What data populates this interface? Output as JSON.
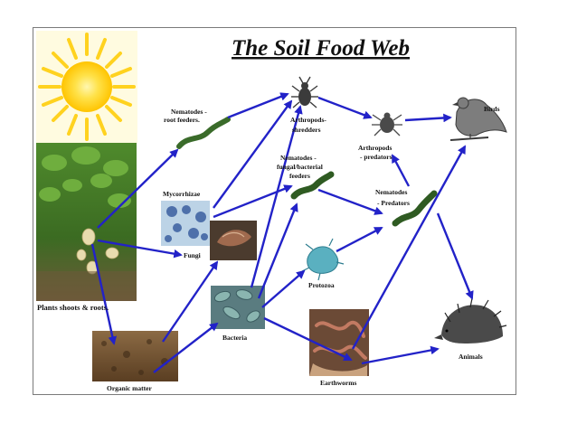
{
  "title": "The Soil Food Web",
  "labels": {
    "nematodes_root_line1": "Nematodes -",
    "nematodes_root_line2": "root feeders.",
    "arthropods_shredders_line1": "Arthropods-",
    "arthropods_shredders_line2": "shredders",
    "birds": "Birds",
    "arthropods_predators_line1": "Arthropods",
    "arthropods_predators_line2": "- predators",
    "nematodes_fungal_line1": "Nematodes -",
    "nematodes_fungal_line2": "fungal/bacterial",
    "nematodes_fungal_line3": "feeders",
    "mycorrhizae": "Mycorrhizae",
    "nematodes_predators_line1": "Nematodes",
    "nematodes_predators_line2": "- Predators",
    "fungi": "Fungi",
    "protozoa": "Protozoa",
    "plants": "Plants shoots & roots.",
    "bacteria": "Bacteria",
    "animals": "Animals",
    "organic_matter": "Organic matter",
    "earthworms": "Earthworms"
  },
  "colors": {
    "arrow": "#2222c8",
    "sun": "#ffd51a",
    "frame": "#7a7a7a"
  }
}
